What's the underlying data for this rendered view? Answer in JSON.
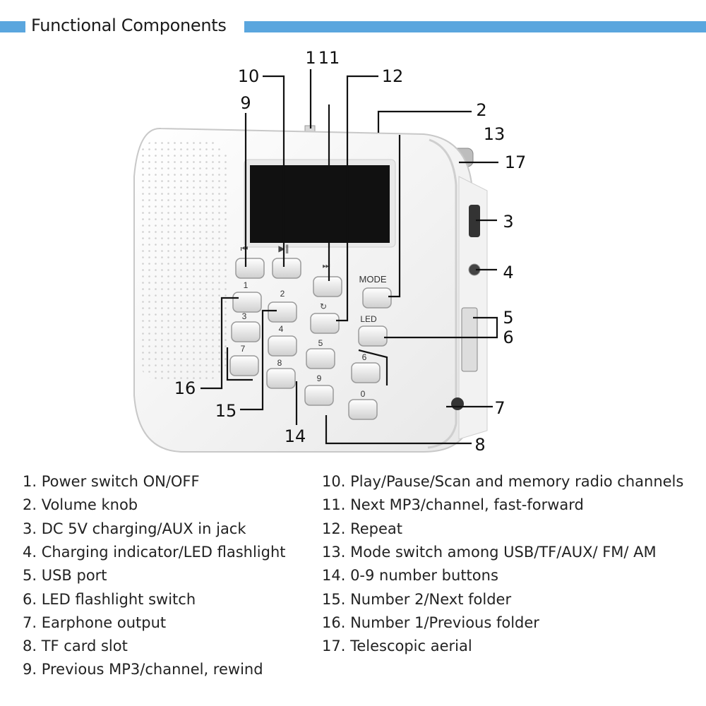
{
  "header": {
    "title": "Functional Components"
  },
  "device": {
    "button_labels": [
      "1",
      "2",
      "3",
      "4",
      "5",
      "6",
      "7",
      "8",
      "9",
      "0"
    ],
    "mode_label": "MODE",
    "led_label": "LED"
  },
  "callouts": [
    "1",
    "2",
    "3",
    "4",
    "5",
    "6",
    "7",
    "8",
    "9",
    "10",
    "11",
    "12",
    "13",
    "14",
    "15",
    "16",
    "17"
  ],
  "legend_left": [
    "1. Power switch ON/OFF",
    "2. Volume knob",
    "3. DC 5V charging/AUX in jack",
    "4. Charging indicator/LED flashlight",
    "5. USB port",
    "6. LED flashlight switch",
    "7. Earphone output",
    "8. TF card slot",
    "9. Previous MP3/channel, rewind"
  ],
  "legend_right": [
    "10. Play/Pause/Scan and memory radio channels",
    "11. Next MP3/channel, fast-forward",
    "12. Repeat",
    "13. Mode switch among USB/TF/AUX/ FM/ AM",
    "14. 0-9 number buttons",
    "15. Number 2/Next folder",
    "16. Number 1/Previous folder",
    "17. Telescopic aerial"
  ],
  "colors": {
    "accent_bar": "#5aa6de",
    "device_body": "#f7f7f7",
    "display": "#111111",
    "button": "#e8e8e8"
  }
}
